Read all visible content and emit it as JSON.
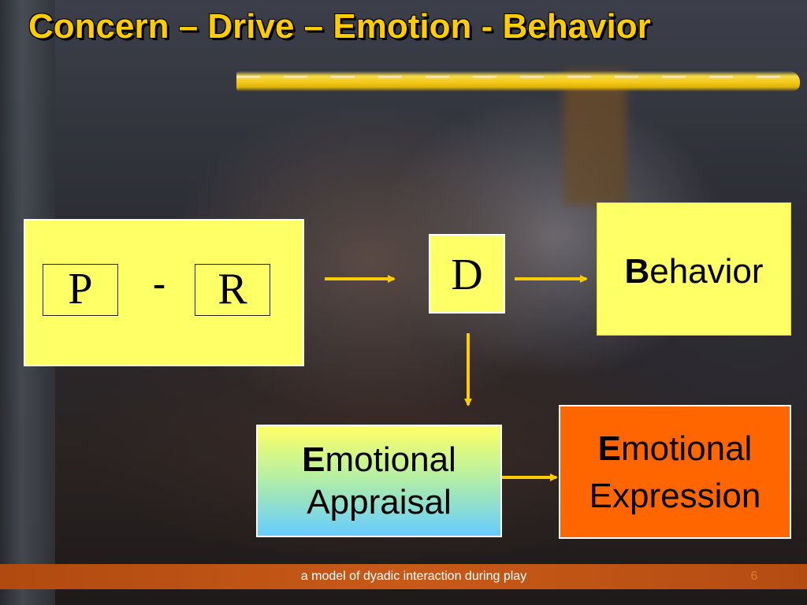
{
  "slide": {
    "title": "Concern – Drive – Emotion - Behavior",
    "footer": "a model of dyadic interaction during play",
    "page_number": "6"
  },
  "diagram": {
    "p_label": "P",
    "dash": "-",
    "r_label": "R",
    "d_label": "D",
    "behavior": {
      "initial": "B",
      "rest": "ehavior"
    },
    "emotional_appraisal": {
      "initial": "E",
      "rest": "motional",
      "line2": "Appraisal"
    },
    "emotional_expression": {
      "initial": "E",
      "rest": "motional",
      "line2": "Expression"
    }
  },
  "colors": {
    "title": "#ffcc00",
    "box_yellow": "#ffff66",
    "expression_orange": "#ff6600",
    "arrow": "#ffcc00",
    "footer_bar": "#c0501a"
  }
}
